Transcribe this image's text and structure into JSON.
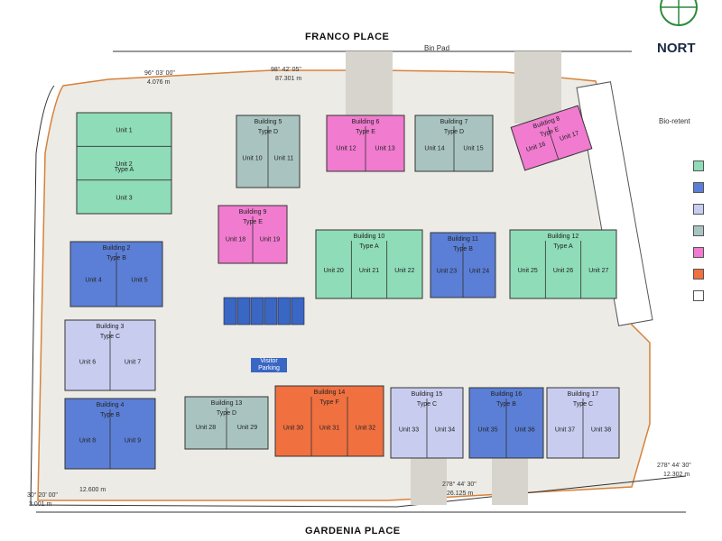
{
  "streets": {
    "top": "FRANCO PLACE",
    "bottom": "GARDENIA PLACE"
  },
  "north_label": "NORT",
  "notes": {
    "bin_pad": "Bin Pad",
    "bio_retention": "Bio-retent",
    "visitor_parking": "Visitor Parking"
  },
  "dimensions": {
    "top_bearing": "98° 42' 05\"",
    "top_length": "87.301 m",
    "corner_bearing": "96° 03' 00\"",
    "corner_length": "4.076 m",
    "bottom_left_length": "12.600 m",
    "bottom_mid_bearing": "278° 44' 30\"",
    "bottom_mid_length": "26.125 m",
    "bottom_right_bearing": "278° 44' 30\"",
    "bottom_right_length": "12.302 m",
    "lower_left_bearing": "30° 20' 00\"",
    "lower_left_length": "3.001 m"
  },
  "colors": {
    "typeA": "#8fdcb8",
    "typeB": "#5b7fd6",
    "typeC": "#c8cdf0",
    "typeD": "#a9c4c0",
    "typeE": "#f07bcf",
    "typeF": "#f07040",
    "visitor": "#3a66c4",
    "paving": "#ecebe6",
    "boundary": "#d8823a"
  },
  "buildings": [
    {
      "name": "",
      "type": "Type A",
      "units": [
        "Unit 1",
        "Unit 2",
        "Unit 3"
      ]
    },
    {
      "name": "Building 2",
      "type": "Type B",
      "units": [
        "Unit 4",
        "Unit 5"
      ]
    },
    {
      "name": "Building 3",
      "type": "Type C",
      "units": [
        "Unit 6",
        "Unit 7"
      ]
    },
    {
      "name": "Building 4",
      "type": "Type B",
      "units": [
        "Unit 8",
        "Unit 9"
      ]
    },
    {
      "name": "Building 5",
      "type": "Type D",
      "units": [
        "Unit 10",
        "Unit 11"
      ]
    },
    {
      "name": "Building 6",
      "type": "Type E",
      "units": [
        "Unit 12",
        "Unit 13"
      ]
    },
    {
      "name": "Building 7",
      "type": "Type D",
      "units": [
        "Unit 14",
        "Unit 15"
      ]
    },
    {
      "name": "Building 8",
      "type": "Type E",
      "units": [
        "Unit 16",
        "Unit 17"
      ]
    },
    {
      "name": "Building 9",
      "type": "Type E",
      "units": [
        "Unit 18",
        "Unit 19"
      ]
    },
    {
      "name": "Building 10",
      "type": "Type A",
      "units": [
        "Unit 20",
        "Unit 21",
        "Unit 22"
      ]
    },
    {
      "name": "Building 11",
      "type": "Type B",
      "units": [
        "Unit 23",
        "Unit 24"
      ]
    },
    {
      "name": "Building 12",
      "type": "Type A",
      "units": [
        "Unit 25",
        "Unit 26",
        "Unit 27"
      ]
    },
    {
      "name": "Building 13",
      "type": "Type D",
      "units": [
        "Unit 28",
        "Unit 29"
      ]
    },
    {
      "name": "Building 14",
      "type": "Type F",
      "units": [
        "Unit 30",
        "Unit 31",
        "Unit 32"
      ]
    },
    {
      "name": "Building 15",
      "type": "Type C",
      "units": [
        "Unit 33",
        "Unit 34"
      ]
    },
    {
      "name": "Building 16",
      "type": "Type B",
      "units": [
        "Unit 35",
        "Unit 36"
      ]
    },
    {
      "name": "Building 17",
      "type": "Type C",
      "units": [
        "Unit 37",
        "Unit 38"
      ]
    }
  ],
  "legend": [
    {
      "name": "typeA",
      "color": "#8fdcb8"
    },
    {
      "name": "typeB",
      "color": "#5b7fd6"
    },
    {
      "name": "typeC",
      "color": "#c8cdf0"
    },
    {
      "name": "typeD",
      "color": "#a9c4c0"
    },
    {
      "name": "typeE",
      "color": "#f07bcf"
    },
    {
      "name": "typeF",
      "color": "#f07040"
    },
    {
      "name": "visitor",
      "color": "#ffffff"
    }
  ]
}
